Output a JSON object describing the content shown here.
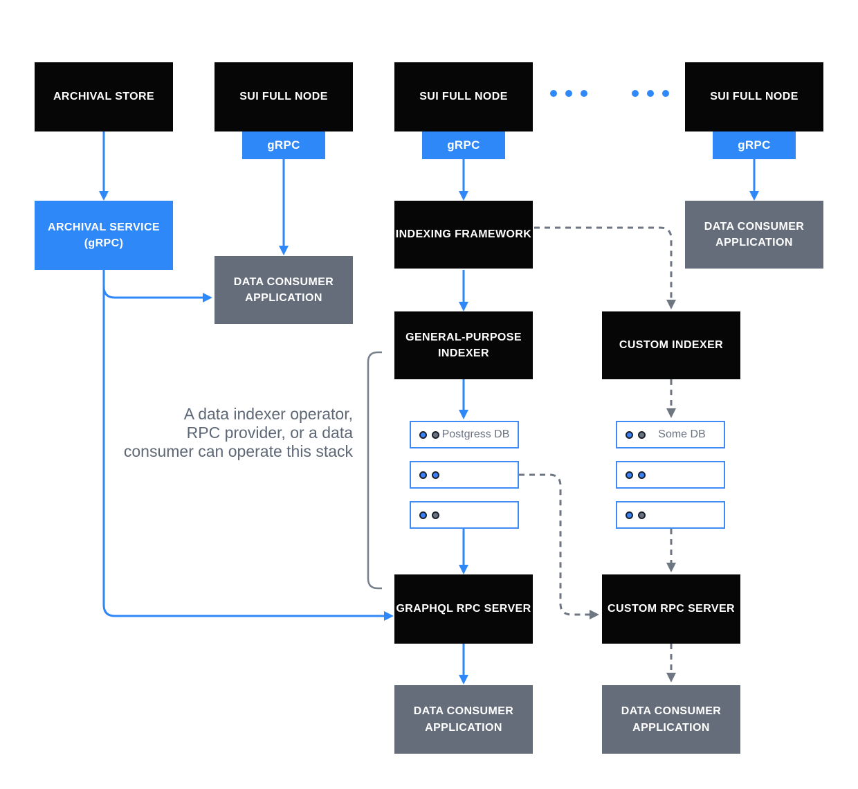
{
  "diagram": {
    "nodes": {
      "archival_store": {
        "label": "ARCHIVAL STORE"
      },
      "sui_full_node_1": {
        "label": "SUI FULL NODE"
      },
      "sui_full_node_2": {
        "label": "SUI FULL NODE"
      },
      "sui_full_node_3": {
        "label": "SUI FULL NODE"
      },
      "grpc_1": {
        "label": "gRPC"
      },
      "grpc_2": {
        "label": "gRPC"
      },
      "grpc_3": {
        "label": "gRPC"
      },
      "archival_service": {
        "label": "ARCHIVAL SERVICE\n(gRPC)"
      },
      "data_consumer_mid": {
        "label": "DATA CONSUMER\nAPPLICATION"
      },
      "indexing_framework": {
        "label": "INDEXING FRAMEWORK"
      },
      "data_consumer_top_right": {
        "label": "DATA CONSUMER\nAPPLICATION"
      },
      "general_purpose_indexer": {
        "label": "GENERAL-PURPOSE\nINDEXER"
      },
      "custom_indexer": {
        "label": "CUSTOM INDEXER"
      },
      "graphql_rpc_server": {
        "label": "GRAPHQL RPC SERVER"
      },
      "custom_rpc_server": {
        "label": "CUSTOM RPC SERVER"
      },
      "data_consumer_bottom_left": {
        "label": "DATA CONSUMER\nAPPLICATION"
      },
      "data_consumer_bottom_right": {
        "label": "DATA CONSUMER\nAPPLICATION"
      }
    },
    "databases": {
      "left": [
        {
          "label": "Postgress DB",
          "dots": [
            "blue",
            "gray"
          ]
        },
        {
          "label": "",
          "dots": [
            "blue",
            "blue"
          ]
        },
        {
          "label": "",
          "dots": [
            "blue",
            "gray"
          ]
        }
      ],
      "right": [
        {
          "label": "Some DB",
          "dots": [
            "blue",
            "gray"
          ]
        },
        {
          "label": "",
          "dots": [
            "blue",
            "blue"
          ]
        },
        {
          "label": "",
          "dots": [
            "blue",
            "gray"
          ]
        }
      ]
    },
    "annotation": {
      "lines": [
        "A data indexer operator,",
        "RPC provider, or a data",
        "consumer can operate this stack"
      ]
    },
    "colors": {
      "blue": "#2f88f8",
      "black_box": "#060606",
      "gray_box": "#656d7a",
      "connector_gray": "#6e7681",
      "db_border": "#3f8af7",
      "db_text": "#6b7280",
      "dot_blue": "#3b82f6",
      "dot_gray": "#6b7280",
      "annotation_text": "#5d6775"
    }
  }
}
